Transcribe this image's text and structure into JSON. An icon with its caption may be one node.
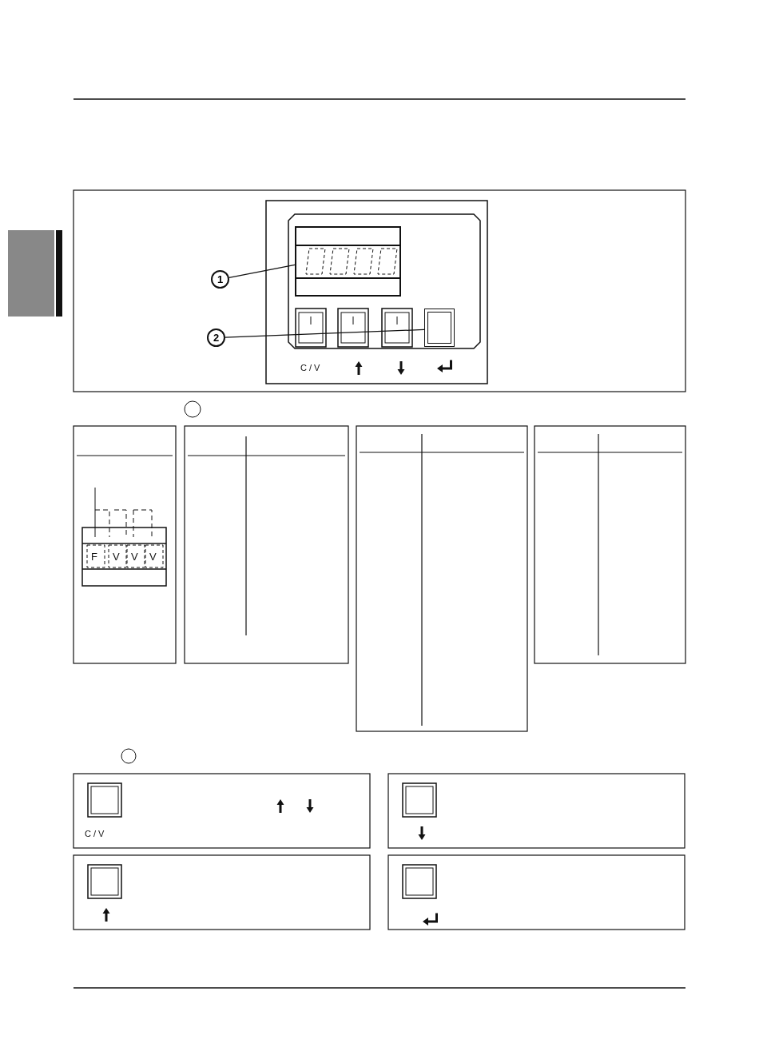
{
  "diagram": {
    "nodes": [
      {
        "text": [
          "1"
        ]
      },
      {
        "text": [],
        "shape": "box"
      },
      {
        "text": [
          "2"
        ]
      },
      {
        "text": [],
        "shape": "box"
      }
    ],
    "edges": [
      {
        "from": 0,
        "to": 1,
        "arrow": "none"
      },
      {
        "from": 2,
        "to": 3,
        "arrow": "none"
      }
    ],
    "labels": [
      "C / V",
      "F",
      "V",
      "V",
      "V",
      "C / V"
    ]
  }
}
